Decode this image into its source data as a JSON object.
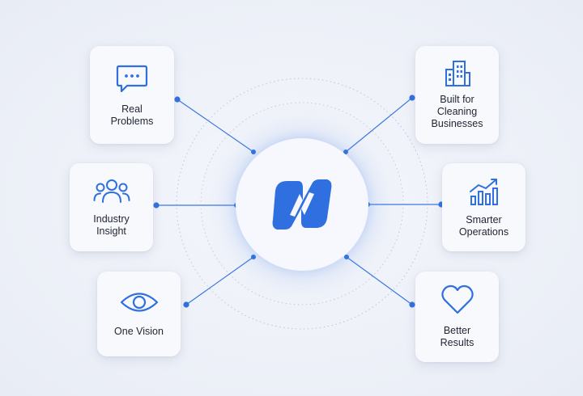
{
  "accent_color": "#2f6fdf",
  "hub": {
    "logo_icon": "stylized-n-logo-icon"
  },
  "cards": [
    {
      "id": "real-problems",
      "label": "Real\nProblems",
      "icon": "chat-bubble-icon"
    },
    {
      "id": "industry-insight",
      "label": "Industry\nInsight",
      "icon": "people-group-icon"
    },
    {
      "id": "one-vision",
      "label": "One Vision",
      "icon": "eye-icon"
    },
    {
      "id": "built-for-cleaning",
      "label": "Built for\nCleaning\nBusinesses",
      "icon": "building-icon"
    },
    {
      "id": "smarter-operations",
      "label": "Smarter\nOperations",
      "icon": "growth-chart-icon"
    },
    {
      "id": "better-results",
      "label": "Better\nResults",
      "icon": "heart-icon"
    }
  ]
}
